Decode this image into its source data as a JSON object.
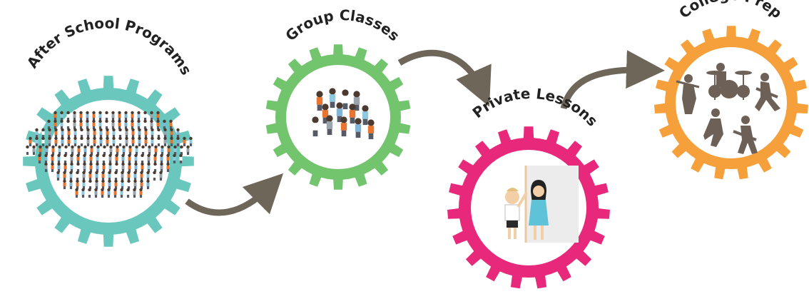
{
  "stages": [
    {
      "label": "After School Programs",
      "color": "#69c7bd",
      "icon": "large-crowd"
    },
    {
      "label": "Group Classes",
      "color": "#72c46d",
      "icon": "small-group"
    },
    {
      "label": "Private Lessons",
      "color": "#e8287a",
      "icon": "teacher-and-student"
    },
    {
      "label": "College Prep",
      "color": "#f5a03b",
      "icon": "musicians-silhouettes"
    }
  ],
  "arrow_color": "#6e6659"
}
